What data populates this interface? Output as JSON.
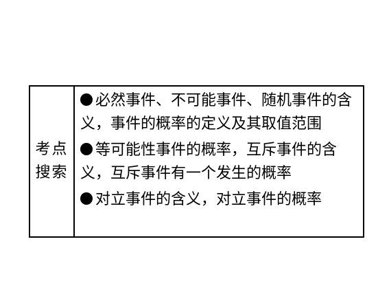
{
  "label": {
    "line1": "考点",
    "line2": "搜索"
  },
  "points": [
    "必然事件、不可能事件、随机事件的含义，事件的概率的定义及其取值范围",
    "等可能性事件的概率，互斥事件的含义，互斥事件有一个发生的概率",
    "对立事件的含义，对立事件的概率"
  ]
}
